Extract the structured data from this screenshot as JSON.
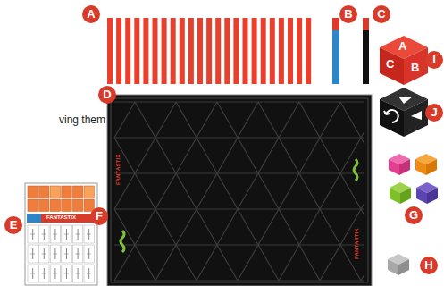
{
  "diagram": {
    "labels": [
      "A",
      "B",
      "C",
      "D",
      "E",
      "F",
      "G",
      "H",
      "I",
      "J",
      "ving them",
      "FANTASTIX",
      "FANTASTIX",
      "FANTASTIX",
      "A",
      "B",
      "C"
    ]
  }
}
